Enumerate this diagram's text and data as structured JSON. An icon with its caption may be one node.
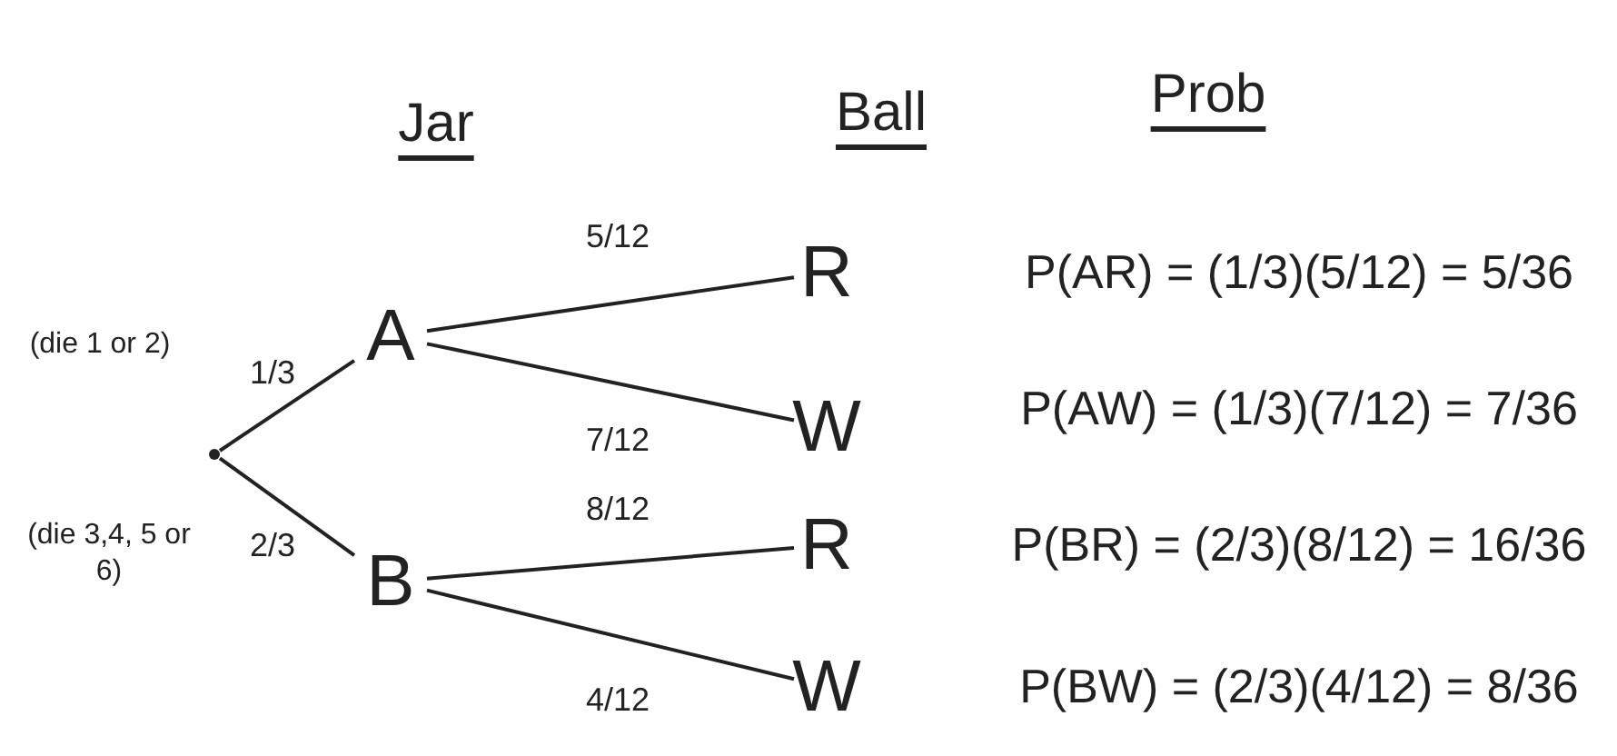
{
  "diagram": {
    "nodes": [
      {
        "text": [],
        "shape": "point"
      },
      {
        "text": [
          "A"
        ]
      },
      {
        "text": [
          "B"
        ]
      },
      {
        "text": [
          "R"
        ]
      },
      {
        "text": [
          "W"
        ]
      },
      {
        "text": [
          "R"
        ]
      },
      {
        "text": [
          "W"
        ]
      }
    ],
    "edges": [
      {
        "from": 0,
        "to": 1,
        "arrow": "none",
        "label": "1/3"
      },
      {
        "from": 0,
        "to": 2,
        "arrow": "none",
        "label": "2/3"
      },
      {
        "from": 1,
        "to": 3,
        "arrow": "none",
        "label": "5/12"
      },
      {
        "from": 1,
        "to": 4,
        "arrow": "none",
        "label": "7/12"
      },
      {
        "from": 2,
        "to": 5,
        "arrow": "none",
        "label": "8/12"
      },
      {
        "from": 2,
        "to": 6,
        "arrow": "none",
        "label": "4/12"
      }
    ],
    "labels": [
      "Jar",
      "Ball",
      "Prob",
      "(die 1 or 2)",
      "(die 3,4, 5 or 6)",
      "P(AR) = (1/3)(5/12) = 5/36",
      "P(AW) = (1/3)(7/12) = 7/36",
      "P(BR) = (2/3)(8/12) = 16/36",
      "P(BW) = (2/3)(4/12) = 8/36"
    ]
  }
}
